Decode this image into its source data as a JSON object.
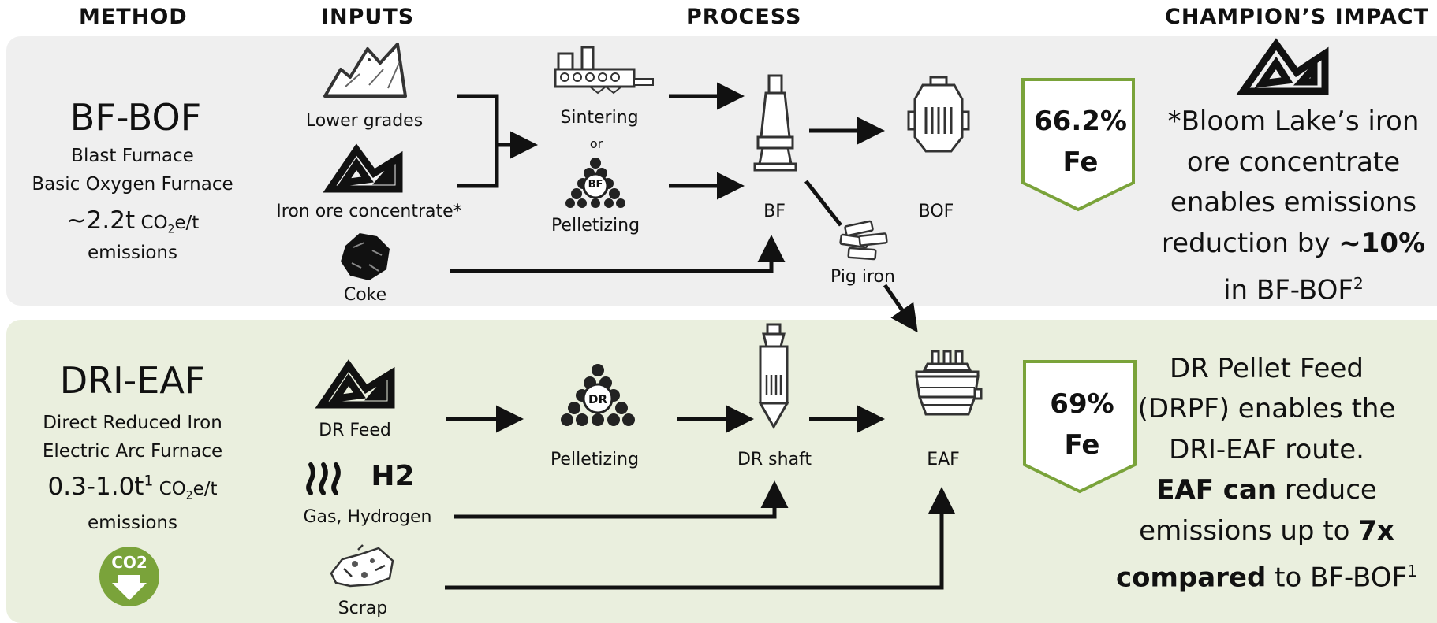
{
  "headers": {
    "method": "METHOD",
    "inputs": "INPUTS",
    "process": "PROCESS",
    "impact": "CHAMPION’S IMPACT"
  },
  "bf_bof": {
    "name": "BF-BOF",
    "line1": "Blast Furnace",
    "line2": "Basic Oxygen Furnace",
    "emission_value": "~2.2t",
    "emission_unit_pre": "CO",
    "emission_unit_sub": "2",
    "emission_unit_post": "e/t",
    "emission_word": "emissions",
    "inputs": {
      "lower_grades": "Lower grades",
      "concentrate": "Iron ore concentrate*",
      "coke": "Coke"
    },
    "process": {
      "sintering": "Sintering",
      "or": "or",
      "pelletizing": "Pelletizing",
      "pellet_mark": "BF",
      "bf": "BF",
      "bof": "BOF",
      "pig_iron": "Pig iron"
    },
    "fe_value": "66.2%",
    "fe_unit": "Fe",
    "impact": {
      "line1": "*Bloom Lake’s iron",
      "line2": "ore concentrate",
      "line3": "enables emissions",
      "line4_pre": "reduction by ",
      "line4_bold": "~10%",
      "line5": "in BF-BOF",
      "line5_sup": "2"
    }
  },
  "dri_eaf": {
    "name": "DRI-EAF",
    "line1": "Direct Reduced Iron",
    "line2": "Electric Arc Furnace",
    "emission_value": "0.3-1.0t",
    "emission_sup": "1",
    "emission_unit_pre": "CO",
    "emission_unit_sub": "2",
    "emission_unit_post": "e/t",
    "emission_word": "emissions",
    "co2_badge": "CO2",
    "inputs": {
      "dr_feed": "DR Feed",
      "h2": "H2",
      "gas": "Gas, Hydrogen",
      "scrap": "Scrap"
    },
    "process": {
      "pelletizing": "Pelletizing",
      "pellet_mark": "DR",
      "dr_shaft": "DR shaft",
      "eaf": "EAF"
    },
    "fe_value": "69%",
    "fe_unit": "Fe",
    "impact": {
      "line1": "DR Pellet Feed",
      "line2": "(DRPF) enables the",
      "line3": "DRI-EAF route.",
      "line4_bold": "EAF can",
      "line4_post": " reduce",
      "line5_pre": "emissions up to ",
      "line5_bold": "7x",
      "line6_bold": "compared",
      "line6_post": " to BF-BOF",
      "line6_sup": "1"
    }
  },
  "colors": {
    "green": "#7aa33a",
    "gray_panel": "#efefef",
    "green_panel": "#eaefde",
    "arrow": "#111111"
  }
}
